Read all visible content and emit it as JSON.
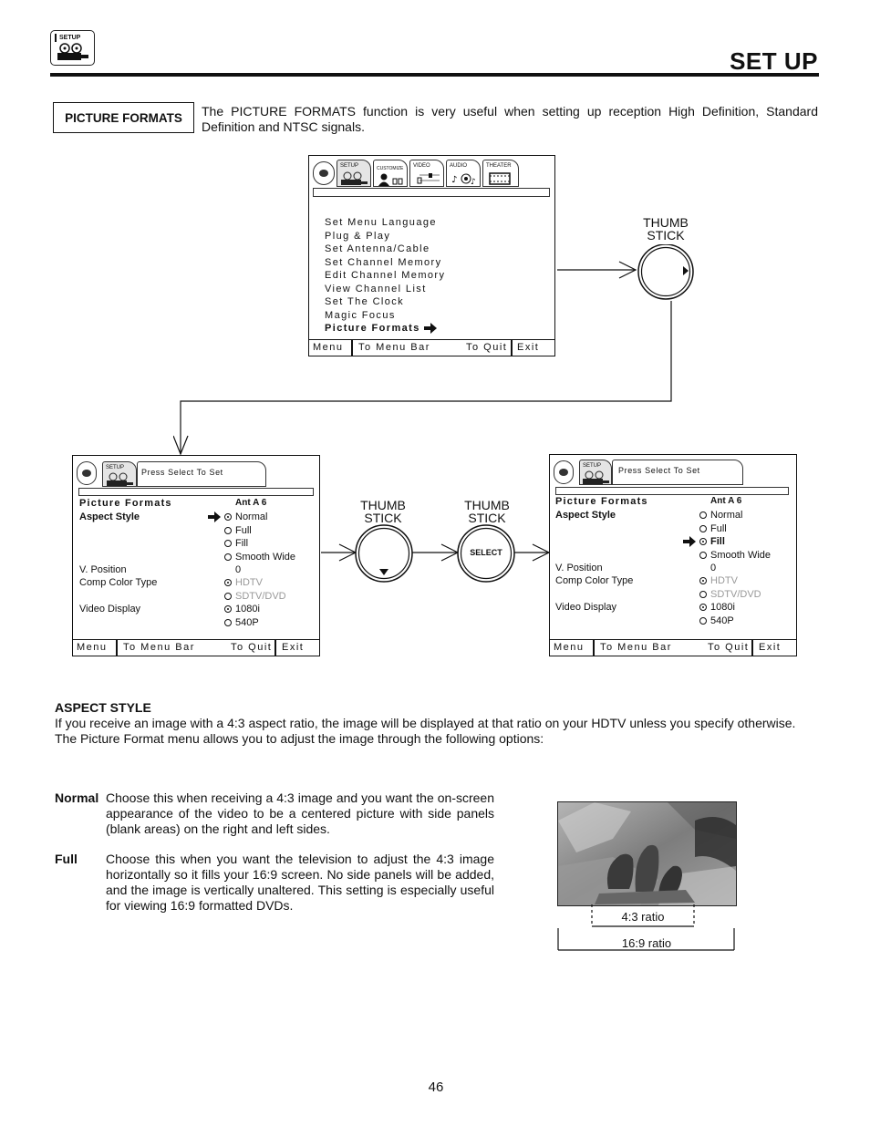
{
  "header": {
    "section_icon_label": "SETUP",
    "title": "SET UP"
  },
  "intro": {
    "box_label": "PICTURE FORMATS",
    "text": "The PICTURE FORMATS function is very useful when setting up reception High Definition, Standard Definition and NTSC signals."
  },
  "top_menu": {
    "tabs": [
      "SETUP",
      "CUSTOMIZE",
      "VIDEO",
      "AUDIO",
      "THEATER"
    ],
    "items": [
      "Set Menu Language",
      "Plug & Play",
      "Set Antenna/Cable",
      "Set Channel Memory",
      "Edit Channel Memory",
      "View Channel List",
      "Set The Clock",
      "Magic Focus",
      "Picture Formats"
    ],
    "footer": {
      "menu": "Menu",
      "to_menu_bar": "To Menu Bar",
      "to_quit": "To Quit",
      "exit": "Exit"
    }
  },
  "thumb_stick_labels": {
    "top": "THUMB\nSTICK",
    "mid_left": "THUMB\nSTICK",
    "mid_right": "THUMB\nSTICK",
    "select": "SELECT"
  },
  "left_menu": {
    "tab": "SETUP",
    "prompt": "Press Select To Set",
    "title": "Picture Formats",
    "channel": "Ant A 6",
    "aspect_label": "Aspect Style",
    "aspect_options": [
      "Normal",
      "Full",
      "Fill",
      "Smooth Wide"
    ],
    "vpos_label": "V. Position",
    "vpos_value": "0",
    "comp_label": "Comp Color Type",
    "comp_options": [
      "HDTV",
      "SDTV/DVD"
    ],
    "video_label": "Video Display",
    "video_options": [
      "1080i",
      "540P"
    ],
    "footer": {
      "menu": "Menu",
      "to_menu_bar": "To Menu Bar",
      "to_quit": "To Quit",
      "exit": "Exit"
    }
  },
  "right_menu": {
    "tab": "SETUP",
    "prompt": "Press Select To Set",
    "title": "Picture Formats",
    "channel": "Ant A 6",
    "aspect_label": "Aspect Style",
    "aspect_options": [
      "Normal",
      "Full",
      "Fill",
      "Smooth Wide"
    ],
    "vpos_label": "V. Position",
    "vpos_value": "0",
    "comp_label": "Comp Color Type",
    "comp_options": [
      "HDTV",
      "SDTV/DVD"
    ],
    "video_label": "Video Display",
    "video_options": [
      "1080i",
      "540P"
    ],
    "footer": {
      "menu": "Menu",
      "to_menu_bar": "To Menu Bar",
      "to_quit": "To Quit",
      "exit": "Exit"
    }
  },
  "aspect_section": {
    "heading": "ASPECT STYLE",
    "paragraph": "If you receive an image with a 4:3 aspect ratio, the image will be displayed at that ratio on your HDTV unless you specify otherwise. The Picture Format menu allows you to adjust the image through the following options:",
    "normal_term": "Normal",
    "normal_desc": "Choose this when receiving a 4:3 image and you want the on-screen appearance of the video to be a centered picture with side panels (blank areas) on the right and left sides.",
    "full_term": "Full",
    "full_desc": "Choose this when you want the television to adjust the 4:3 image horizontally so it fills your 16:9 screen. No side panels will be added, and the image is vertically unaltered. This setting is especially useful for viewing 16:9 formatted DVDs."
  },
  "illustration": {
    "ratio_43": "4:3 ratio",
    "ratio_169": "16:9 ratio"
  },
  "page_number": "46"
}
